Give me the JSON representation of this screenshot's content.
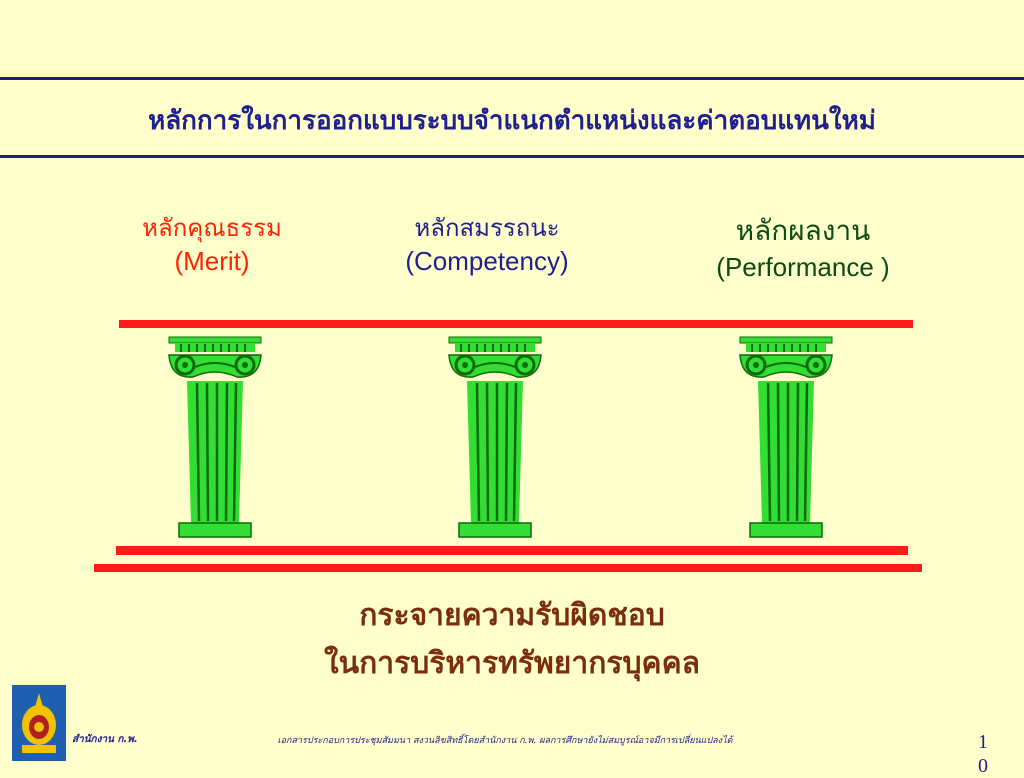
{
  "slide": {
    "title": "หลักการในการออกแบบระบบจำแนกตำแหน่งและค่าตอบแทนใหม่"
  },
  "pillars": [
    {
      "thai": "หลักคุณธรรม",
      "english": "(Merit)",
      "color": "#FF2200"
    },
    {
      "thai": "หลักสมรรถนะ",
      "english": "(Competency)",
      "color": "#1F1F8F"
    },
    {
      "thai": "หลักผลงาน",
      "english": "(Performance )",
      "color": "#0B4A12"
    }
  ],
  "foundation": {
    "line1": "กระจายความรับผิดชอบ",
    "line2": "ในการบริหารทรัพยากรบุคคล"
  },
  "footer": {
    "office": "สำนักงาน ก.พ.",
    "note": "เอกสารประกอบการประชุมสัมมนา สงวนลิขสิทธิ์โดยสำนักงาน ก.พ. ผลการศึกษายังไม่สมบูรณ์อาจมีการเปลี่ยนแปลงได้",
    "page": "10"
  },
  "colors": {
    "background": "#FFFFCC",
    "rule": "#1F1F7A",
    "bar": "#FF1A1A",
    "pillar": "#33DD33"
  }
}
